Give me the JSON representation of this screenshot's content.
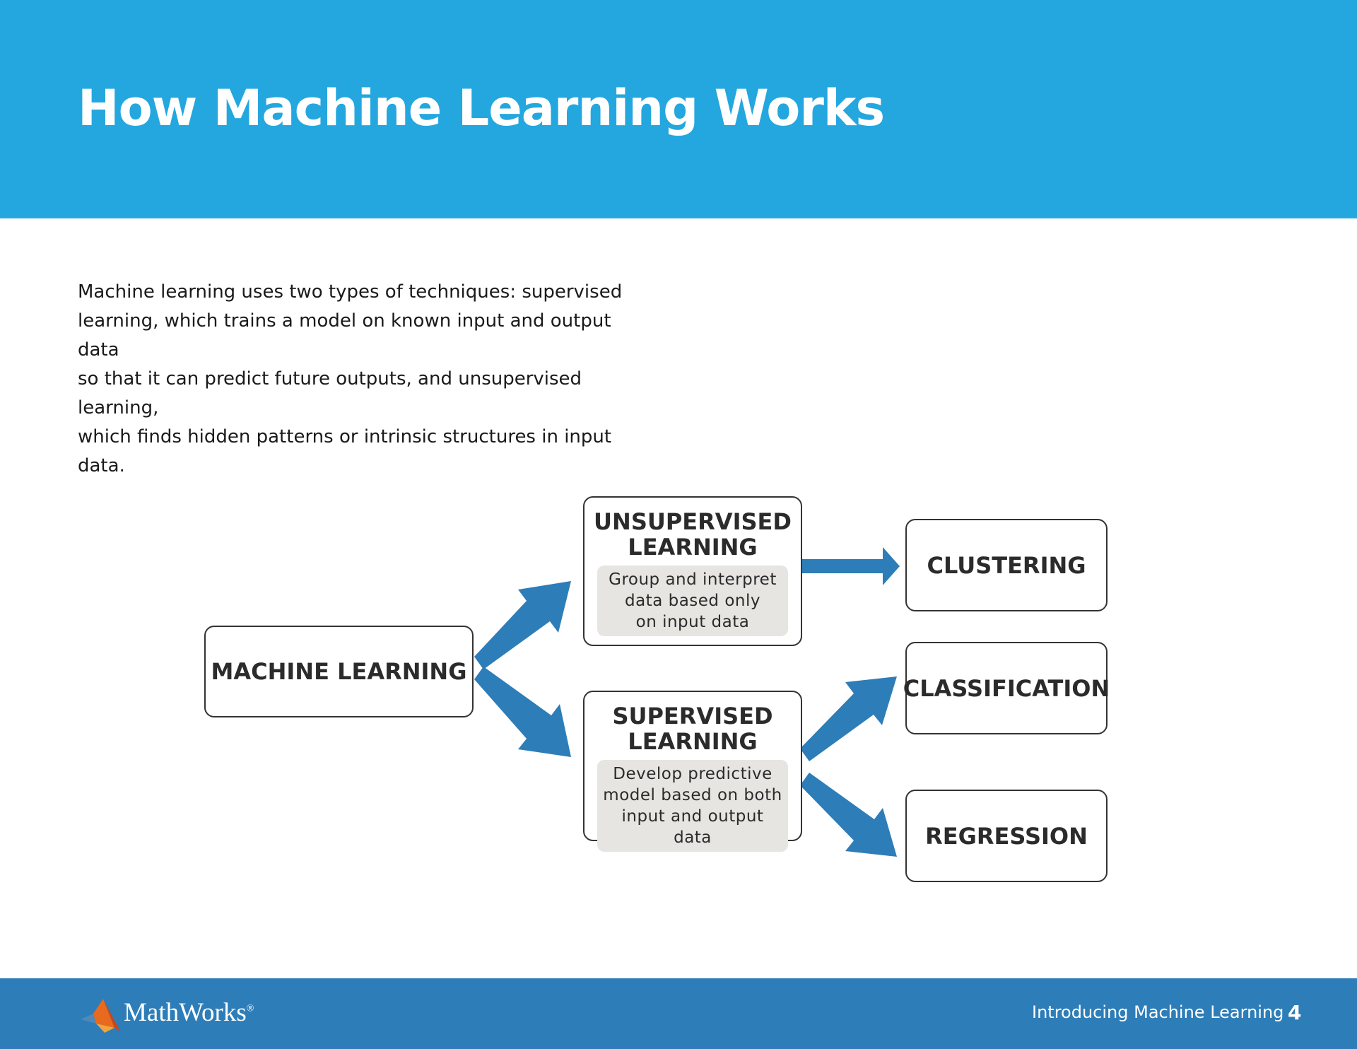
{
  "header": {
    "title": "How Machine Learning Works"
  },
  "intro": {
    "lines": [
      "Machine learning uses two types of techniques: supervised",
      "learning, which trains a model on known input and output data",
      "so that it can predict future outputs, and unsupervised learning,",
      "which finds hidden patterns or intrinsic structures in input data."
    ]
  },
  "diagram": {
    "machine_learning": {
      "label": "MACHINE LEARNING"
    },
    "unsupervised": {
      "label_lines": [
        "UNSUPERVISED",
        "LEARNING"
      ],
      "desc_lines": [
        "Group and interpret",
        "data based only",
        "on input data"
      ]
    },
    "supervised": {
      "label_lines": [
        "SUPERVISED",
        "LEARNING"
      ],
      "desc_lines": [
        "Develop predictive",
        "model based on both",
        "input and output data"
      ]
    },
    "outputs": {
      "clustering": "CLUSTERING",
      "classification": "CLASSIFICATION",
      "regression": "REGRESSION"
    },
    "arrow_color": "#2d7db8",
    "desc_bg_color": "#e6e5e2"
  },
  "footer": {
    "brand": "MathWorks",
    "brand_mark": "®",
    "doc_title": "Introducing Machine Learning",
    "page": "4",
    "logo_icon": "matlab-membrane-icon"
  },
  "colors": {
    "header_bg": "#24a7df",
    "footer_bg": "#2d7db8"
  }
}
